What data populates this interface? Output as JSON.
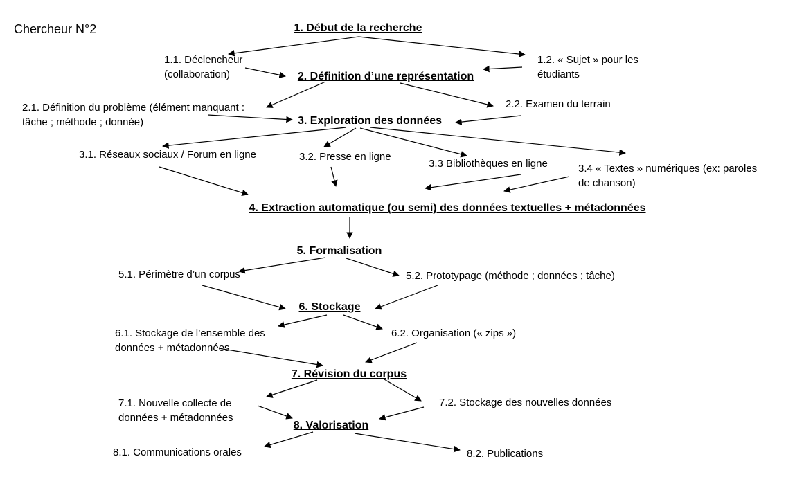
{
  "title": "Chercheur N°2",
  "steps": {
    "s1": "1. Début de la recherche",
    "s2": "2. Définition d’une représentation",
    "s3": "3. Exploration des données",
    "s4": "4. Extraction automatique (ou semi) des données textuelles + métadonnées",
    "s5": "5. Formalisation",
    "s6": "6. Stockage",
    "s7": "7. Révision du corpus",
    "s8": "8. Valorisation"
  },
  "substeps": {
    "s1_1": [
      "1.1. Déclencheur",
      "(collaboration)"
    ],
    "s1_2": [
      "1.2. « Sujet » pour les",
      "étudiants"
    ],
    "s2_1": [
      "2.1. Définition du problème (élément manquant :",
      "tâche ; méthode ; donnée)"
    ],
    "s2_2": "2.2. Examen du terrain",
    "s3_1": "3.1. Réseaux sociaux / Forum en ligne",
    "s3_2": "3.2. Presse en ligne",
    "s3_3": "3.3 Bibliothèques en ligne",
    "s3_4": [
      "3.4 « Textes » numériques (ex: paroles",
      "de chanson)"
    ],
    "s5_1": "5.1. Périmètre d’un corpus",
    "s5_2": "5.2. Prototypage (méthode ; données ; tâche)",
    "s6_1": [
      "6.1. Stockage de l’ensemble des",
      "données + métadonnées"
    ],
    "s6_2": "6.2. Organisation (« zips »)",
    "s7_1": [
      "7.1. Nouvelle collecte de",
      "données + métadonnées"
    ],
    "s7_2": "7.2. Stockage des nouvelles données",
    "s8_1": "8.1. Communications orales",
    "s8_2": "8.2. Publications"
  }
}
